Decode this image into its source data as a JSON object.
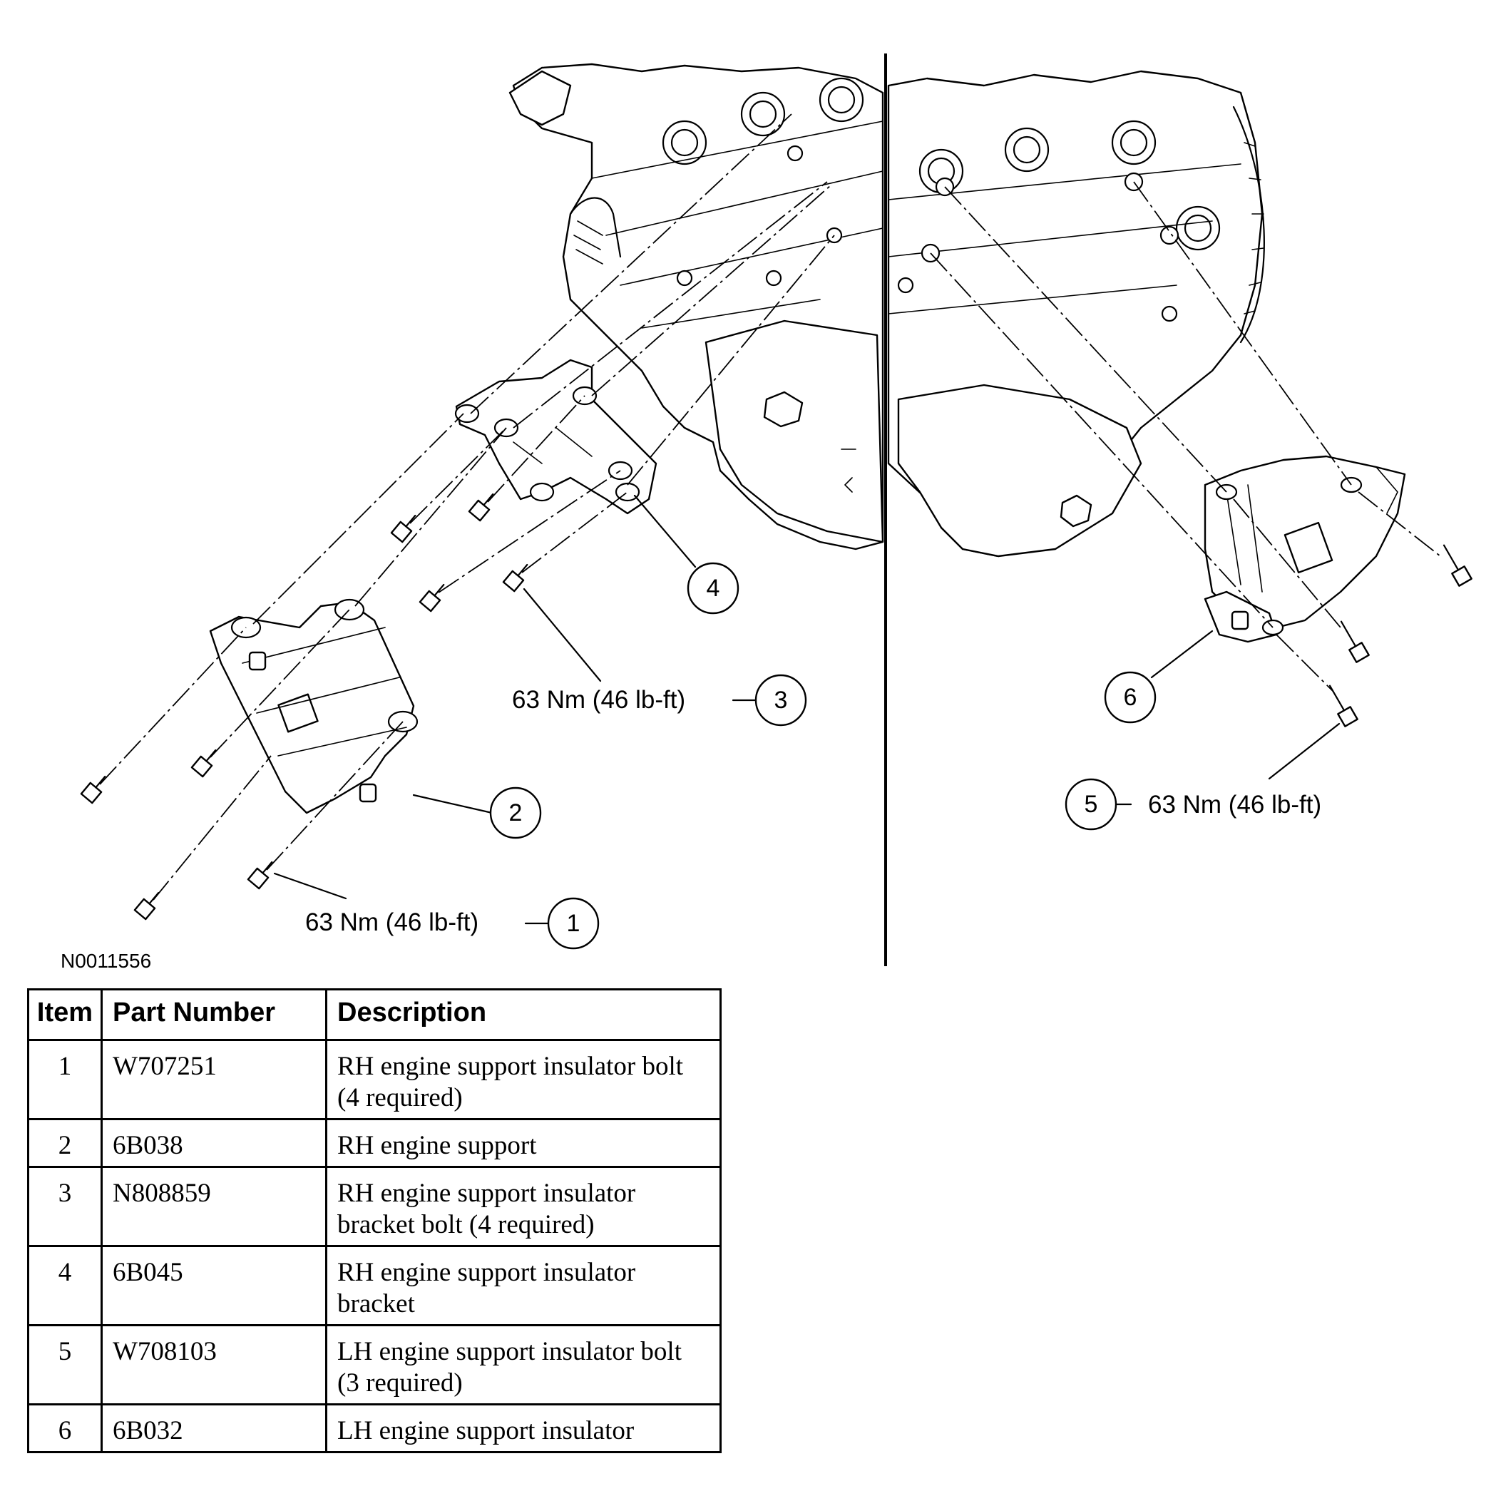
{
  "figure": {
    "id": "N0011556",
    "callouts": [
      {
        "number": "1",
        "torque": "63 Nm (46 lb-ft)"
      },
      {
        "number": "2",
        "torque": ""
      },
      {
        "number": "3",
        "torque": "63 Nm (46 lb-ft)"
      },
      {
        "number": "4",
        "torque": ""
      },
      {
        "number": "5",
        "torque": "63 Nm (46 lb-ft)"
      },
      {
        "number": "6",
        "torque": ""
      }
    ]
  },
  "table": {
    "headers": {
      "item": "Item",
      "part_number": "Part Number",
      "description": "Description"
    },
    "rows": [
      {
        "item": "1",
        "part_number": "W707251",
        "description": "RH engine support insulator bolt (4 required)"
      },
      {
        "item": "2",
        "part_number": "6B038",
        "description": "RH engine support"
      },
      {
        "item": "3",
        "part_number": "N808859",
        "description": "RH engine support insulator bracket bolt (4 required)"
      },
      {
        "item": "4",
        "part_number": "6B045",
        "description": "RH engine support insulator bracket"
      },
      {
        "item": "5",
        "part_number": "W708103",
        "description": "LH engine support insulator bolt (3 required)"
      },
      {
        "item": "6",
        "part_number": "6B032",
        "description": "LH engine support insulator"
      }
    ]
  }
}
